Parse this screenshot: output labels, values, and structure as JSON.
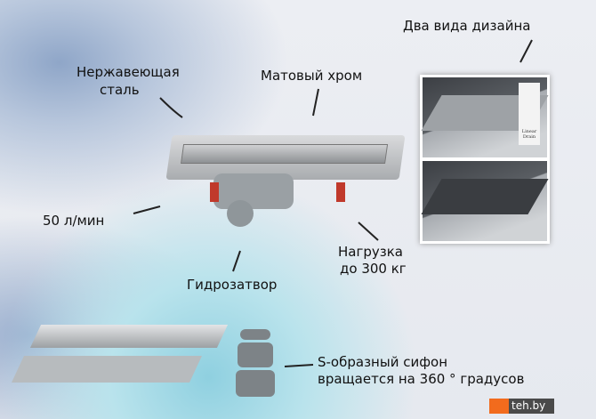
{
  "labels": {
    "steel": [
      "Нержавеющая",
      "сталь"
    ],
    "chrome": "Матовый хром",
    "designs": "Два вида дизайна",
    "flow": "50 л/мин",
    "load": [
      "Нагрузка",
      "до 300 кг"
    ],
    "trap": "Гидрозатвор",
    "siphon": [
      "S-образный сифон",
      "вращается на 360 ° градусов"
    ]
  },
  "photo_text": "Linear Drain",
  "watermark": "teh.by",
  "colors": {
    "accent": "#f26b1d",
    "feet": "#c0392b"
  }
}
